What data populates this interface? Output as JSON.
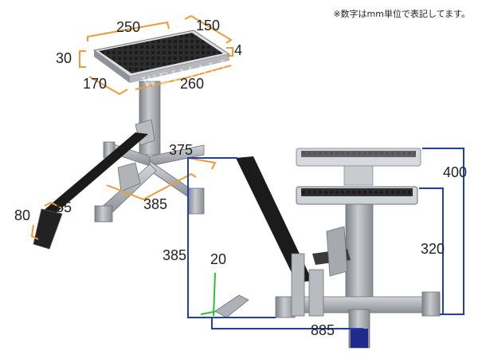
{
  "note": "※数字はmm単位で表記してます。",
  "watermark": "WEIMALL",
  "dimensions": {
    "top_plate_length": "250",
    "top_plate_depth": "150",
    "top_plate_thickness": "4",
    "top_plate_height": "30",
    "bottom_front_width": "170",
    "bottom_side_width": "260",
    "base_width_a": "375",
    "base_width_b": "385",
    "pedal_width": "80",
    "pedal_length": "55",
    "lever_height": "385",
    "lever_gap": "20",
    "max_height": "400",
    "min_height": "320",
    "lever_length": "885"
  },
  "colors": {
    "dimension_orange": "#ee9a3a",
    "dimension_blue": "#1a3fb8",
    "dimension_green": "#2fbf3a",
    "steel": "#a9adb3",
    "rubber": "#2b2b2b"
  }
}
